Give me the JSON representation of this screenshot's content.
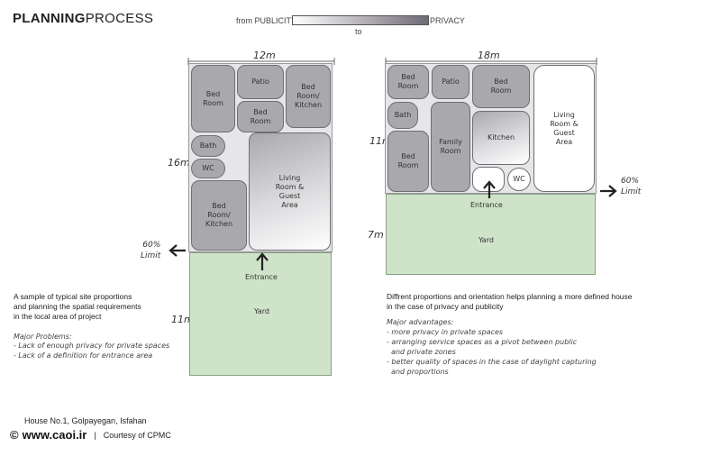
{
  "header": {
    "title_bold": "PLANNING",
    "title_light": "PROCESS",
    "legend_from": "from PUBLICITY",
    "legend_to": "to",
    "legend_end": "PRIVACY"
  },
  "plan1": {
    "width_label": "12m",
    "height_label": "16m",
    "yard_height_label": "11m",
    "limit_label": "60%\nLimit",
    "entrance_label": "Entrance",
    "yard_label": "Yard",
    "rooms": {
      "bedroom1": "Bed\nRoom",
      "patio": "Patio",
      "bedroom_kitchen1": "Bed\nRoom/\nKitchen",
      "bedroom2": "Bed\nRoom",
      "bath": "Bath",
      "wc": "WC",
      "living": "Living\nRoom &\nGuest\nArea",
      "bedroom_kitchen2": "Bed\nRoom/\nKitchen"
    },
    "description": "A sample of typical site proportions\nand planning the spatial requirements\nin the local area of project",
    "problems_title": "Major Problems:",
    "problems": [
      "- Lack of enough privacy for private spaces",
      "- Lack of a definition for entrance area"
    ]
  },
  "plan2": {
    "width_label": "18m",
    "height_label": "11m",
    "yard_height_label": "7m",
    "limit_label": "60%\nLimit",
    "entrance_label": "Entrance",
    "yard_label": "Yard",
    "rooms": {
      "bedroom1": "Bed\nRoom",
      "patio": "Patio",
      "bedroom2": "Bed\nRoom",
      "living": "Living\nRoom &\nGuest\nArea",
      "bath": "Bath",
      "family": "Family\nRoom",
      "kitchen": "Kitchen",
      "bedroom3": "Bed\nRoom",
      "wc": "WC"
    },
    "description": "Diffrent proportions and orientation helps planning a more defined house\nin the case of privacy and publicity",
    "advantages_title": "Major advantages:",
    "advantages": [
      "- more privacy in private spaces",
      "- arranging service spaces as a pivot between public",
      "  and private zones",
      "- better quality of spaces in the case of daylight capturing",
      "  and proportions"
    ]
  },
  "footer": {
    "house": "House No.1, Golpayegan, Isfahan",
    "copyright": "©",
    "site": "www.caoi.ir",
    "separator": "|",
    "courtesy": "Courtesy of CPMC"
  },
  "colors": {
    "room_gray": "#a9a8ad",
    "yard_green": "#cfe3c8",
    "site_bg": "#e6e6e8"
  }
}
